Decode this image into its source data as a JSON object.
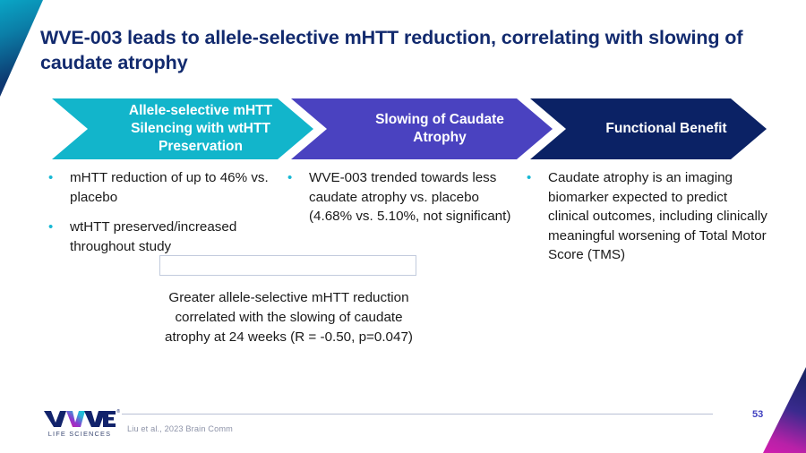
{
  "slide": {
    "title": "WVE-003 leads to allele-selective mHTT reduction, correlating with slowing of caudate atrophy",
    "page_number": "53"
  },
  "colors": {
    "title_navy": "#122a6e",
    "chevron_cyan": "#12b5cb",
    "chevron_purple": "#4a42c0",
    "chevron_navy": "#0b2265",
    "bullet_cyan": "#17b8d4",
    "body_text": "#1a1a1a",
    "bracket_gray": "#c2cbdd",
    "page_number_blue": "#4040c0",
    "footnote_gray": "#8d93a8"
  },
  "chevrons": [
    {
      "label_line1": "Allele-selective mHTT",
      "label_line2": "Silencing with wtHTT",
      "label_line3": "Preservation",
      "color": "#12b5cb"
    },
    {
      "label_line1": "Slowing of Caudate",
      "label_line2": "Atrophy",
      "label_line3": "",
      "color": "#4a42c0"
    },
    {
      "label_line1": "Functional Benefit",
      "label_line2": "",
      "label_line3": "",
      "color": "#0b2265"
    }
  ],
  "columns": [
    {
      "bullets": [
        {
          "marker": "•",
          "text": "mHTT reduction of up to 46% vs. placebo"
        },
        {
          "marker": "•",
          "text": "wtHTT preserved/increased throughout study"
        }
      ]
    },
    {
      "bullets": [
        {
          "marker": "•",
          "text": "WVE-003 trended towards less caudate atrophy vs. placebo (4.68% vs. 5.10%, not significant)"
        }
      ]
    },
    {
      "bullets": [
        {
          "marker": "•",
          "text": "Caudate atrophy is an imaging biomarker expected to predict clinical outcomes, including clinically meaningful worsening of Total Motor Score (TMS)"
        }
      ]
    }
  ],
  "caption": "Greater allele-selective mHTT reduction correlated with the slowing of caudate atrophy at 24 weeks (R = -0.50, p=0.047)",
  "footer": {
    "citation": "Liu et al., 2023 Brain Comm",
    "logo_text": "WAVE",
    "logo_tagline": "LIFE SCIENCES",
    "logo_registered": "®"
  }
}
